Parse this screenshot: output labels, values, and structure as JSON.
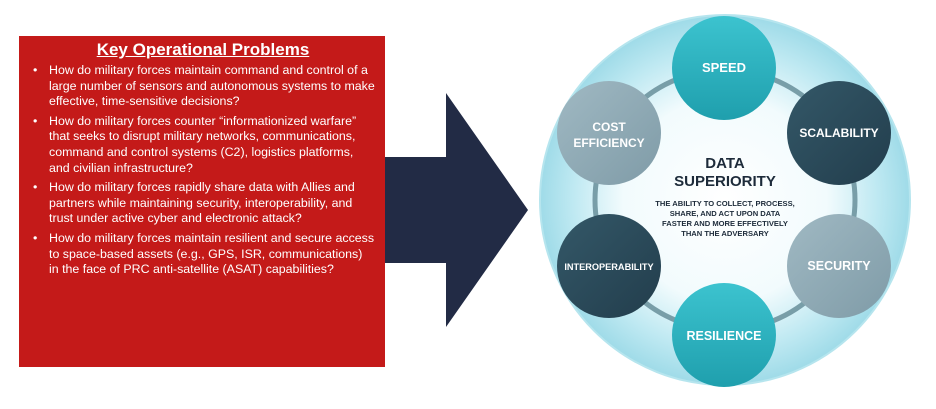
{
  "problems": {
    "title": "Key Operational Problems",
    "items": [
      "How do military forces maintain command and control of a large number of sensors and autonomous systems to make effective, time-sensitive decisions?",
      "How do military forces counter “informationized warfare” that seeks to disrupt military networks, communications, command and control systems (C2), logistics platforms, and civilian infrastructure?",
      "How do military forces rapidly share data with Allies and partners while maintaining security, interoperability, and trust under active cyber and electronic attack?",
      "How do military forces maintain resilient and secure access to space-based assets (e.g., GPS, ISR, communications) in the face of PRC anti-satellite (ASAT) capabilities?"
    ]
  },
  "center": {
    "title_line1": "DATA",
    "title_line2": "SUPERIORITY",
    "desc_lines": [
      "THE ABILITY TO COLLECT, PROCESS,",
      "SHARE, AND ACT UPON DATA",
      "FASTER AND MORE EFFECTIVELY",
      "THAN THE ADVERSARY"
    ]
  },
  "nodes": {
    "speed": "SPEED",
    "scalability": "SCALABILITY",
    "security": "SECURITY",
    "resilience": "RESILIENCE",
    "interoperability": "INTEROPERABILITY",
    "cost_line1": "COST",
    "cost_line2": "EFFICIENCY"
  },
  "colors": {
    "panel": "#c41a19",
    "arrow": "#222b45",
    "teal": "#2bb3c0",
    "dark": "#2b4a5b",
    "gray": "#8fa9b4",
    "ring": "#cdeef5"
  }
}
